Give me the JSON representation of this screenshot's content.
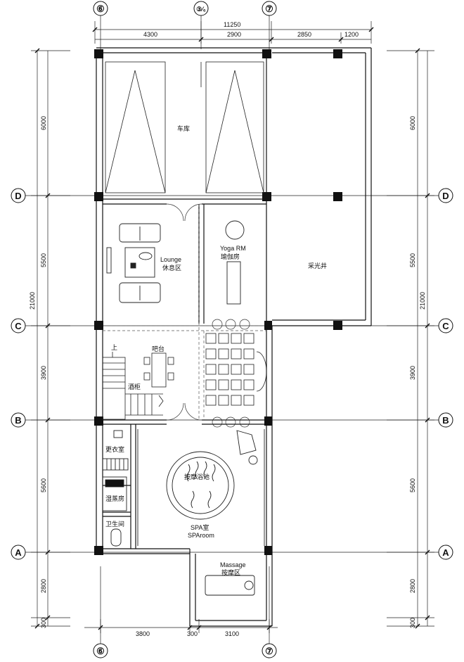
{
  "grid_axes": {
    "top": [
      "⑥",
      "③⁄₆",
      "⑦"
    ],
    "bottom": [
      "⑥",
      "⑦"
    ],
    "left": [
      "D",
      "C",
      "B",
      "A"
    ],
    "right": [
      "D",
      "C",
      "B",
      "A"
    ]
  },
  "dimensions": {
    "top_total": "11250",
    "top_segments": [
      "4300",
      "2900",
      "2850",
      "1200"
    ],
    "left_total": "21000",
    "right_total": "21000",
    "left_segments": [
      "6000",
      "5500",
      "3900",
      "5600",
      "2800",
      "300"
    ],
    "right_segments": [
      "6000",
      "5500",
      "3900",
      "5600",
      "2800",
      "300"
    ],
    "bottom_segments": [
      "3800",
      "300",
      "3100"
    ]
  },
  "rooms": {
    "garage": "车库",
    "lounge_en": "Lounge",
    "lounge_cn": "休息区",
    "yoga_en": "Yoga RM",
    "yoga_cn": "瑜伽房",
    "lightwell": "采光井",
    "stair_up": "上",
    "bar": "吧台",
    "wine_cabinet": "酒柜",
    "changing": "更衣室",
    "steam": "湿蒸房",
    "toilet": "卫生间",
    "jacuzzi": "按摩浴池",
    "spa_cn": "SPA室",
    "spa_en": "SPAroom",
    "massage_en": "Massage",
    "massage_cn": "按摩区"
  }
}
